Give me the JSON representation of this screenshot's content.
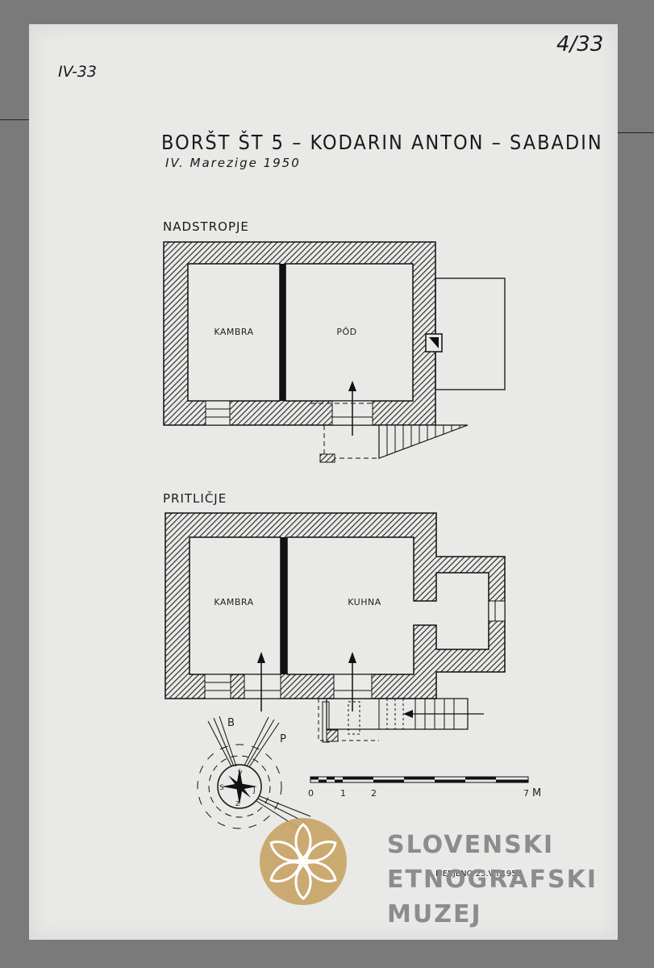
{
  "sheet": {
    "inventory_left": "IV-33",
    "inventory_right": "4/33",
    "title": "BORŠT ŠT 5 – KODARIN ANTON – SABADIN",
    "subtitle": "IV. Marezige 1950"
  },
  "floors": [
    {
      "heading": "NADSTROPJE",
      "rooms": [
        "KAMBRA",
        "PÔD"
      ]
    },
    {
      "heading": "PRITLIČJE",
      "rooms": [
        "KAMBRA",
        "KUHNA"
      ]
    }
  ],
  "compass": {
    "top_left": "B",
    "top_right": "P",
    "left": "S",
    "right": "J",
    "top": "V",
    "bottom": "Z"
  },
  "scale": {
    "ticks": [
      "0",
      "1",
      "2",
      "7"
    ],
    "unit": "M"
  },
  "footer_note": "MERJENO 25.VII.1950",
  "museum": {
    "line1": "SLOVENSKI",
    "line2": "ETNOGRAFSKI",
    "line3": "MUZEJ",
    "logo_color": "#c9a66b",
    "text_color": "#8c8c8c"
  }
}
